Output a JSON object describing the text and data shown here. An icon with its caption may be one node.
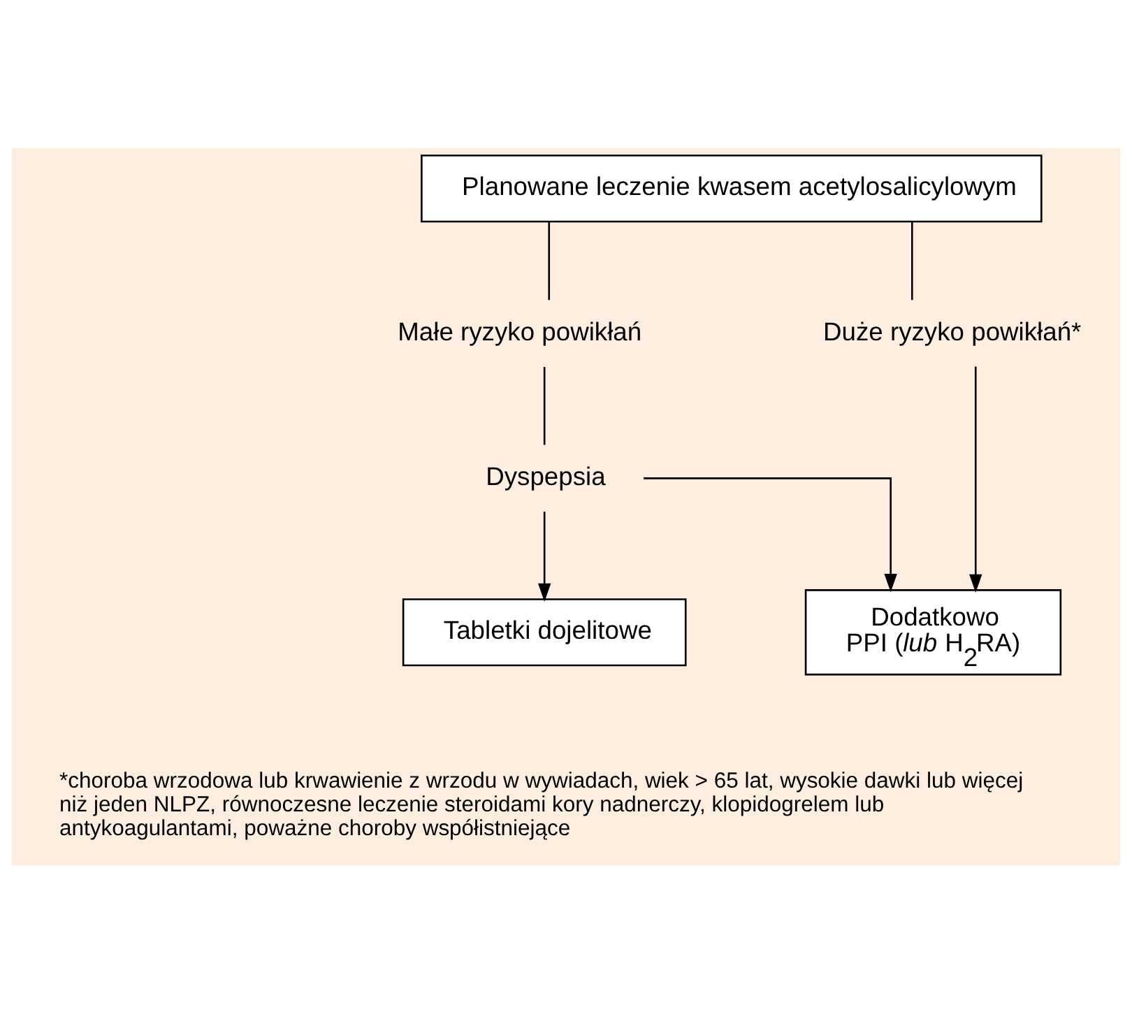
{
  "diagram": {
    "nodes": [
      {
        "text": [
          "Planowane leczenie kwasem acetylosalicylowym"
        ]
      },
      {
        "text": [
          "Małe ryzyko powikłań"
        ]
      },
      {
        "text": [
          "Duże ryzyko powikłań*"
        ]
      },
      {
        "text": [
          "Dyspepsia"
        ]
      },
      {
        "text": [
          "Tabletki dojelitowe"
        ]
      },
      {
        "text": [
          "Dodatkowo",
          "PPI (*lub* H$_{2}$RA)"
        ]
      }
    ],
    "edges": [
      {
        "from": 0,
        "to": 1,
        "arrow": "none"
      },
      {
        "from": 0,
        "to": 2,
        "arrow": "none"
      },
      {
        "from": 1,
        "to": 3,
        "arrow": "none"
      },
      {
        "from": 3,
        "to": 4,
        "arrow": "to"
      },
      {
        "from": 3,
        "to": 5,
        "arrow": "to"
      },
      {
        "from": 2,
        "to": 5,
        "arrow": "to"
      }
    ],
    "labels": [
      "*choroba wrzodowa lub krwawienie z wrzodu w wywiadach, wiek > 65 lat, wysokie dawki lub więcej niż jeden NLPZ, równoczesne leczenie steroidami kory nadnerczy, klopidogrelem lub antykoagulantami, poważne choroby współistniejące"
    ]
  }
}
